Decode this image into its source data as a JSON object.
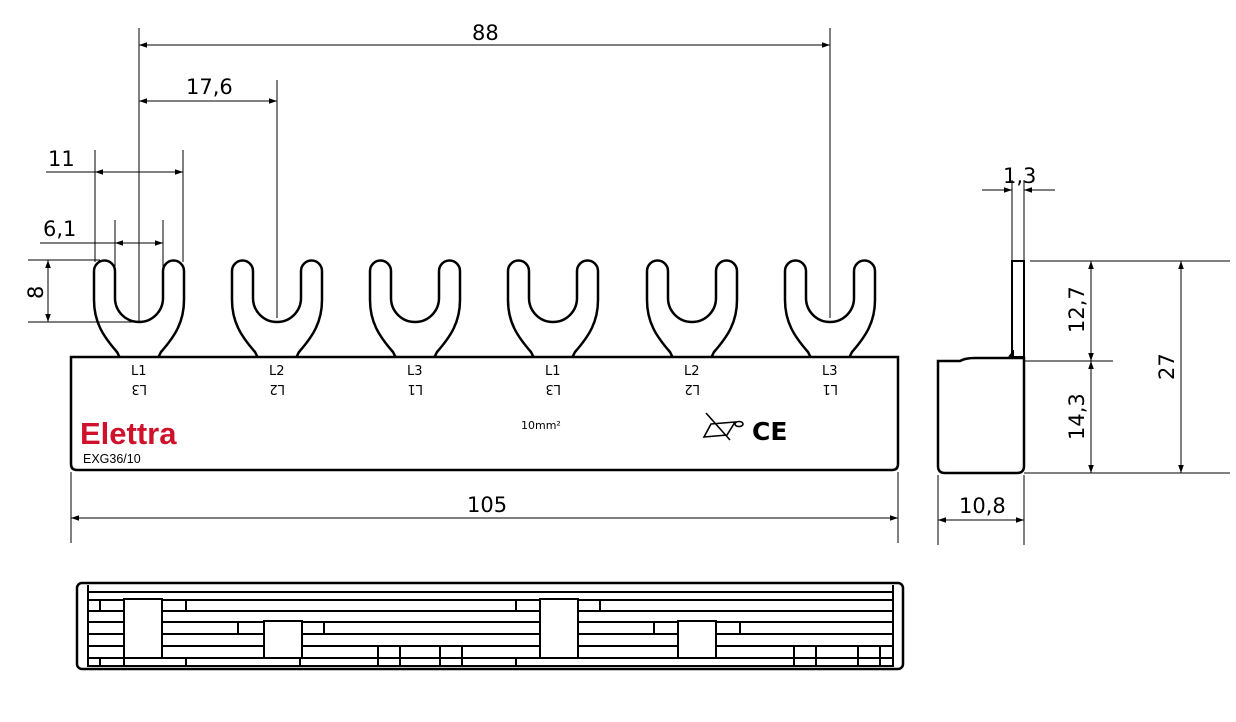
{
  "front_view": {
    "dimensions": {
      "pitch_total": "88",
      "pitch": "17,6",
      "fork_width": "11",
      "slot_width": "6,1",
      "slot_depth": "8",
      "length": "105"
    },
    "phase_labels": [
      {
        "top": "L1",
        "bottom": "L3"
      },
      {
        "top": "L2",
        "bottom": "L2"
      },
      {
        "top": "L3",
        "bottom": "L1"
      },
      {
        "top": "L1",
        "bottom": "L3"
      },
      {
        "top": "L2",
        "bottom": "L2"
      },
      {
        "top": "L3",
        "bottom": "L1"
      }
    ],
    "brand": "Elettra",
    "brand_color": "#d0112b",
    "model": "EXG36/10",
    "cross_section": "10mm²",
    "marks": [
      "no-cutting-icon",
      "ce-mark"
    ],
    "ce_text": "CE"
  },
  "side_view": {
    "dimensions": {
      "plate_thickness": "1,3",
      "fork_height": "12,7",
      "body_height": "14,3",
      "total_height": "27",
      "body_width": "10,8"
    }
  }
}
